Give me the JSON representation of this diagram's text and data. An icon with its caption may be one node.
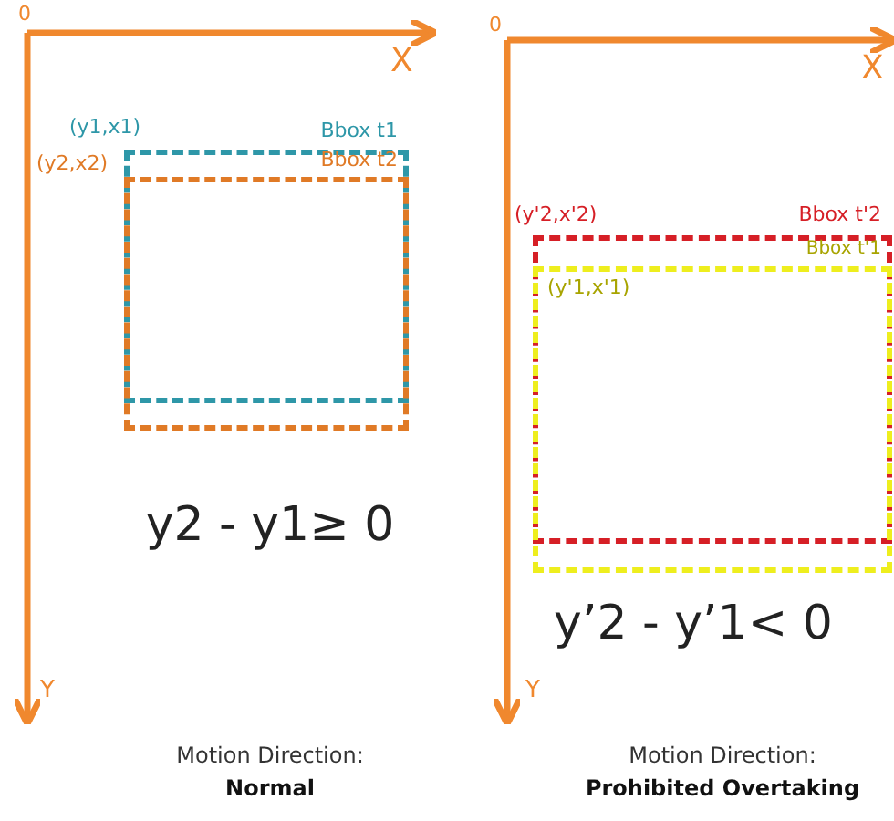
{
  "diagram": {
    "nodes": [
      {
        "text": [],
        "shape": "box"
      },
      {
        "text": [],
        "shape": "box"
      },
      {
        "text": [],
        "shape": "box"
      },
      {
        "text": [],
        "shape": "box"
      }
    ],
    "labels": [
      "0",
      "X",
      "Y",
      "y2 - y1≥ 0",
      "Motion Direction:",
      "Normal",
      "0",
      "X",
      "Y",
      "y’2 - y’1< 0",
      "Motion Direction:",
      "Prohibited Overtaking",
      "(y1,x1)",
      "Bbox t1",
      "(y2,x2)",
      "Bbox t2",
      "(y'2,x'2)",
      "Bbox t'2",
      "Bbox t'1",
      "(y'1,x'1)"
    ]
  }
}
